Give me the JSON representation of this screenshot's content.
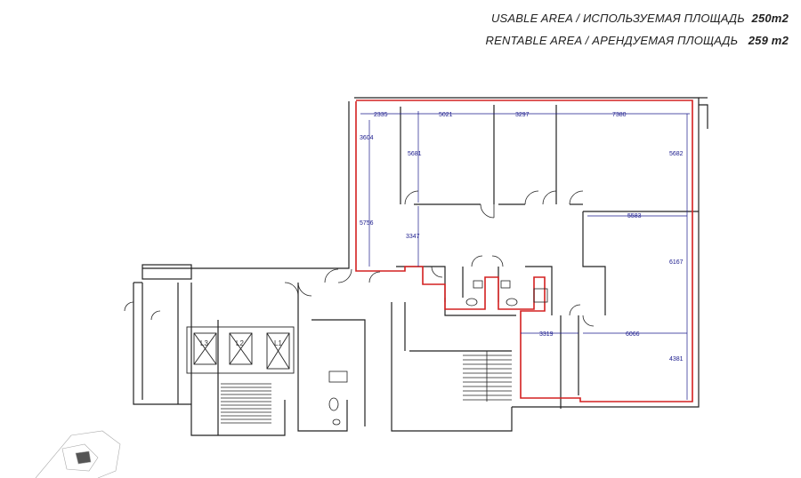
{
  "header": {
    "usable_area_label": "USABLE AREA / ИСПОЛЬЗУЕМАЯ ПЛОЩАДЬ",
    "usable_area_value": "250m2",
    "rentable_area_label": "RENTABLE AREA / АРЕНДУЕМАЯ ПЛОЩАДЬ",
    "rentable_area_value": "259 m2"
  },
  "dimensions": {
    "d2335": "2335",
    "d5021": "5021",
    "d3297": "3297",
    "d7380": "7380",
    "d3604": "3604",
    "d5681": "5681",
    "d5682": "5682",
    "d5756": "5756",
    "d3347": "3347",
    "d5583": "5583",
    "d6167": "6167",
    "d3319": "3319",
    "d6066": "6066",
    "d4381": "4381"
  },
  "lifts": {
    "l1": "L1",
    "l2": "L2",
    "l3": "L3"
  },
  "colors": {
    "outline": "#d42020",
    "dimension": "#1a1a8c",
    "wall": "#222222"
  }
}
